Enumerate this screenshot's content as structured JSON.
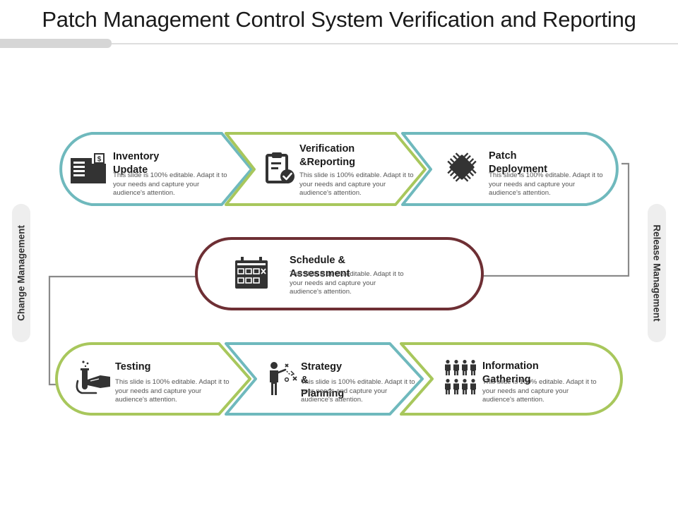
{
  "title": "Patch Management Control System Verification and Reporting",
  "side_labels": {
    "left": "Change Management",
    "right": "Release Management"
  },
  "colors": {
    "teal": "#6fb9bd",
    "green": "#a8c75c",
    "maroon": "#6e2f34",
    "connector": "#8a8a8a",
    "icon": "#333333"
  },
  "steps": [
    {
      "id": "inventory",
      "title": "Inventory Update",
      "description": "This slide is 100% editable. Adapt it to your needs and capture your audience's attention.",
      "icon": "building-dollar-icon"
    },
    {
      "id": "verification",
      "title_lines": [
        "Verification",
        "&Reporting"
      ],
      "description": "This slide is 100% editable. Adapt it to your needs and capture your audience's attention.",
      "icon": "clipboard-check-icon"
    },
    {
      "id": "deployment",
      "title": "Patch Deployment",
      "description": "This slide is 100% editable. Adapt it to your needs and capture your audience's attention.",
      "icon": "microchip-icon"
    },
    {
      "id": "schedule",
      "title": "Schedule & Assessment",
      "description": "This slide is 100% editable. Adapt it to your needs and capture your audience's attention.",
      "icon": "calendar-icon"
    },
    {
      "id": "testing",
      "title": "Testing",
      "description": "This slide is 100% editable. Adapt it to your needs and capture your audience's attention.",
      "icon": "test-tube-hand-icon"
    },
    {
      "id": "strategy",
      "title": "Strategy & Planning",
      "description": "This slide is 100% editable. Adapt it to your needs and capture your audience's attention.",
      "icon": "strategist-icon"
    },
    {
      "id": "information",
      "title": "Information Gathering",
      "description": "This slide is 100% editable. Adapt it to your needs and capture your audience's attention.",
      "icon": "people-group-icon"
    }
  ]
}
